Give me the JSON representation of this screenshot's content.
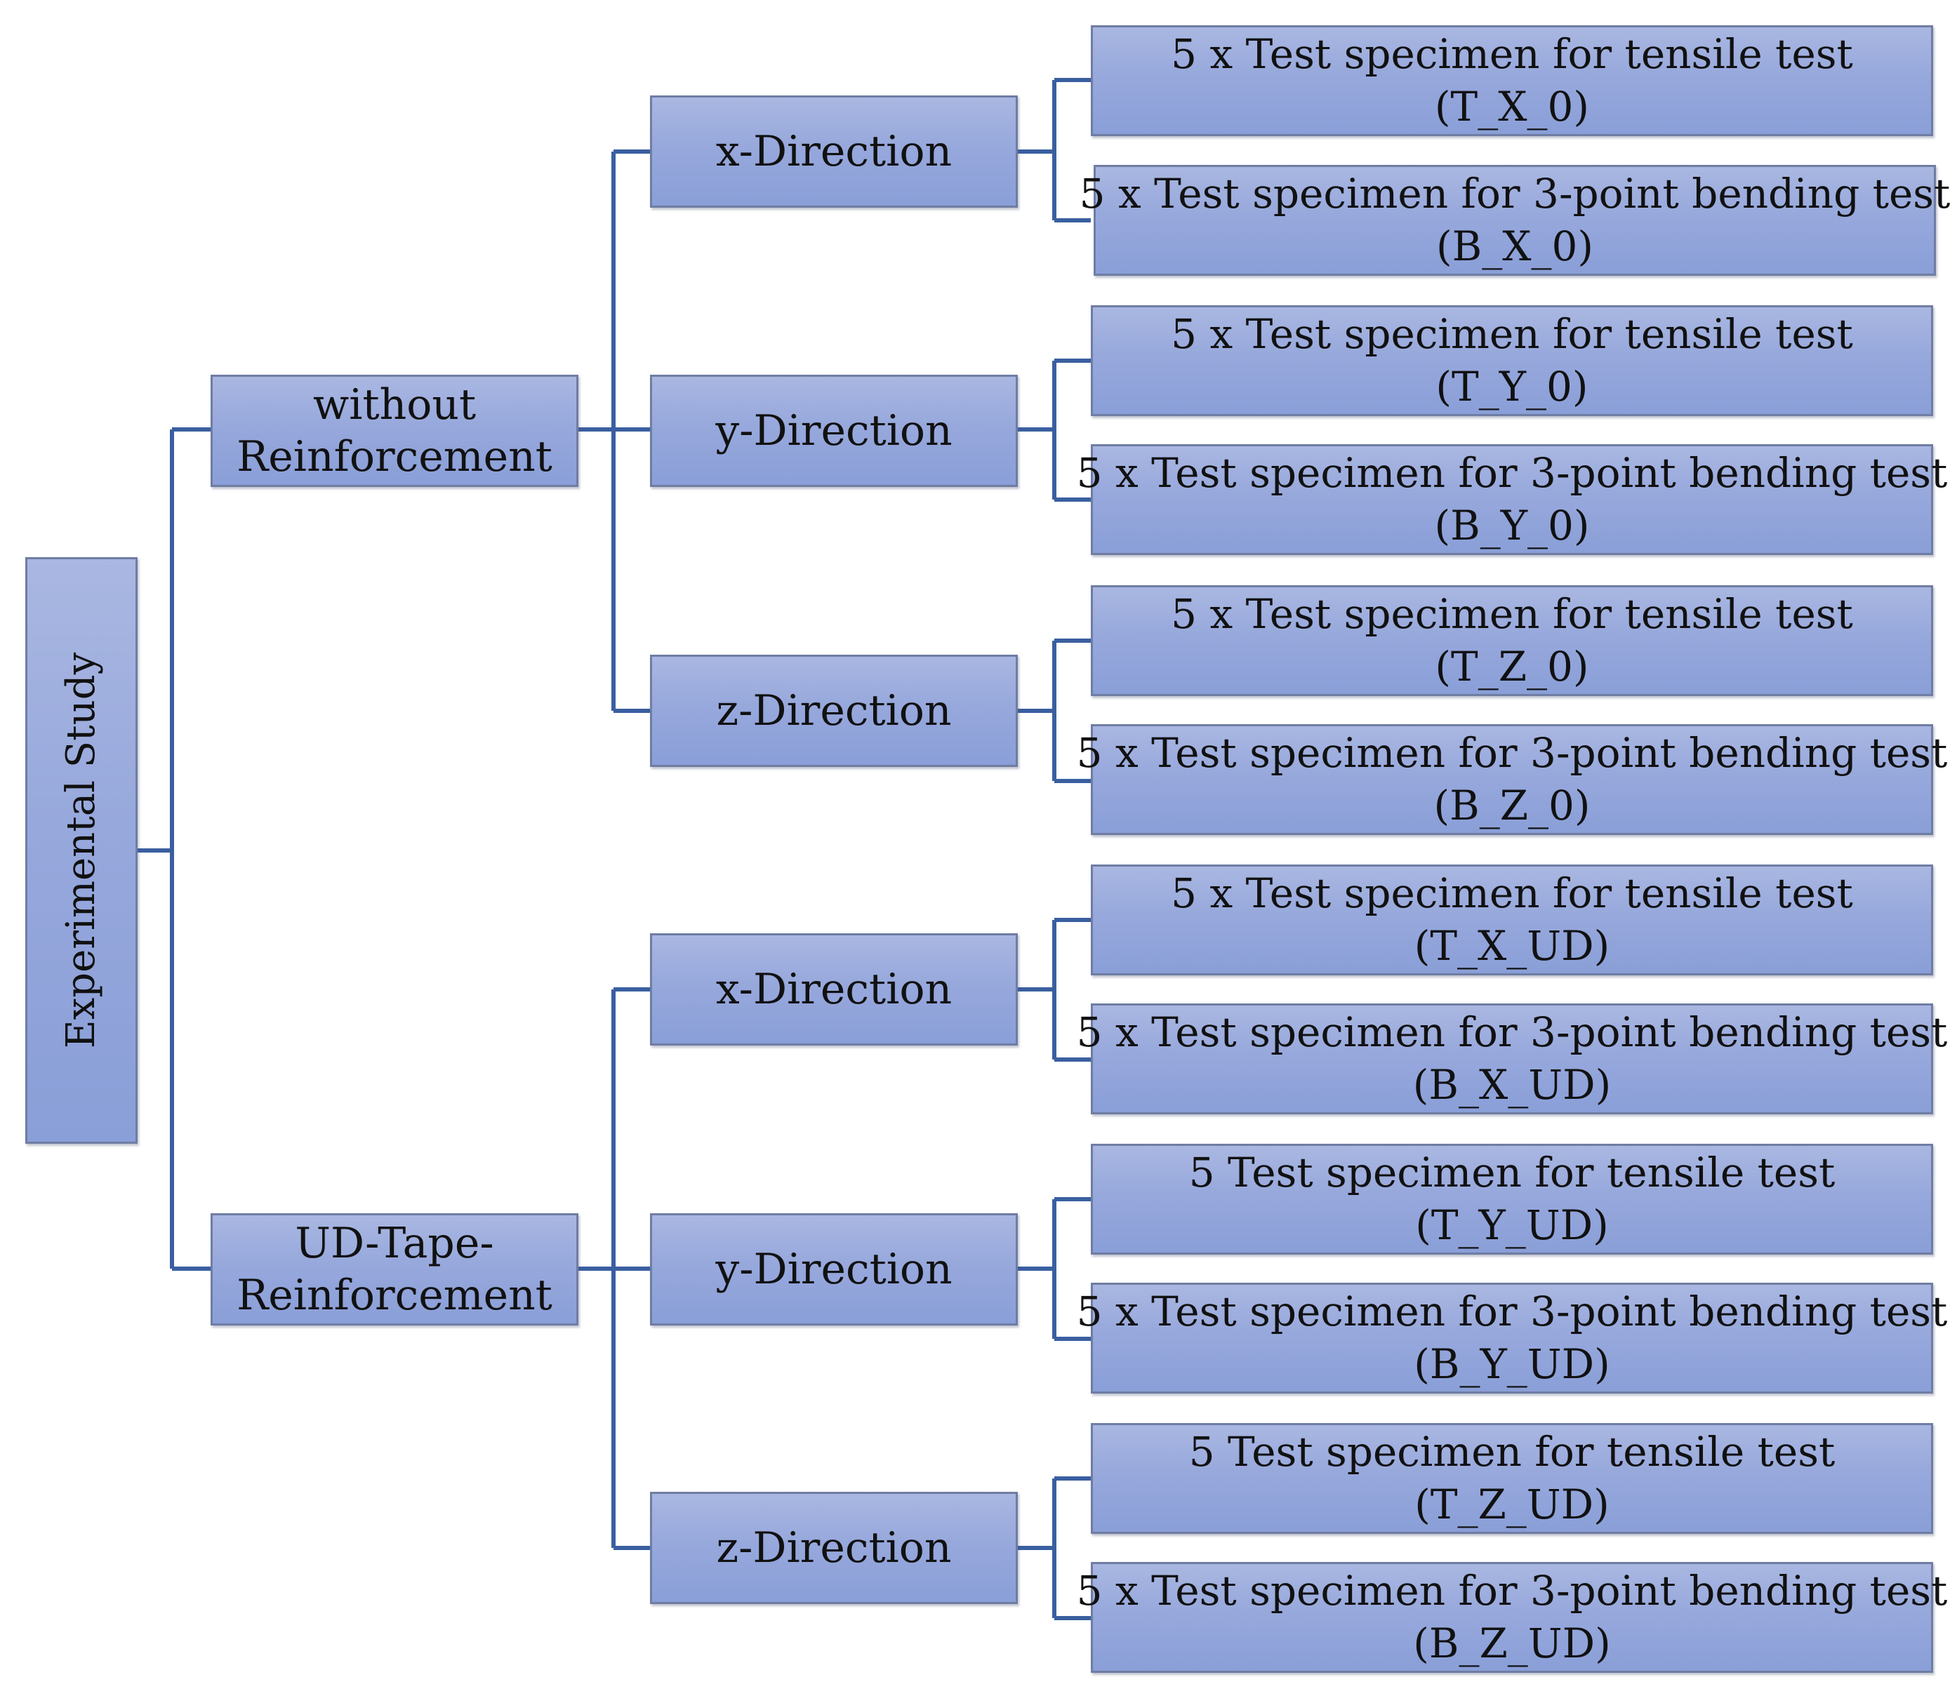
{
  "root": {
    "label": "Experimental Study"
  },
  "groups": [
    {
      "line1": "without",
      "line2": "Reinforcement",
      "directions": [
        {
          "label": "x-Direction",
          "tests": [
            {
              "line1": "5 x Test specimen for tensile test",
              "line2": "(T_X_0)"
            },
            {
              "line1": "5 x Test specimen for 3-point bending test",
              "line2": "(B_X_0)"
            }
          ]
        },
        {
          "label": "y-Direction",
          "tests": [
            {
              "line1": "5 x Test specimen for tensile test",
              "line2": "(T_Y_0)"
            },
            {
              "line1": "5 x Test specimen for 3-point bending test",
              "line2": "(B_Y_0)"
            }
          ]
        },
        {
          "label": "z-Direction",
          "tests": [
            {
              "line1": "5 x Test specimen for tensile test",
              "line2": "(T_Z_0)"
            },
            {
              "line1": "5 x Test specimen for 3-point bending test",
              "line2": "(B_Z_0)"
            }
          ]
        }
      ]
    },
    {
      "line1": "UD-Tape-",
      "line2": "Reinforcement",
      "directions": [
        {
          "label": "x-Direction",
          "tests": [
            {
              "line1": "5 x Test specimen for tensile test",
              "line2": "(T_X_UD)"
            },
            {
              "line1": "5 x Test specimen for 3-point bending test",
              "line2": "(B_X_UD)"
            }
          ]
        },
        {
          "label": "y-Direction",
          "tests": [
            {
              "line1": "5 Test specimen for tensile test",
              "line2": "(T_Y_UD)"
            },
            {
              "line1": "5 x Test specimen for 3-point bending test",
              "line2": "(B_Y_UD)"
            }
          ]
        },
        {
          "label": "z-Direction",
          "tests": [
            {
              "line1": "5 Test specimen for tensile test",
              "line2": "(T_Z_UD)"
            },
            {
              "line1": "5 x Test specimen for 3-point bending test",
              "line2": "(B_Z_UD)"
            }
          ]
        }
      ]
    }
  ],
  "colors": {
    "connector": "#3a5fa0",
    "box_top": "#a9b7e1",
    "box_bottom": "#8a9fd8",
    "box_border": "#6f7da3"
  }
}
